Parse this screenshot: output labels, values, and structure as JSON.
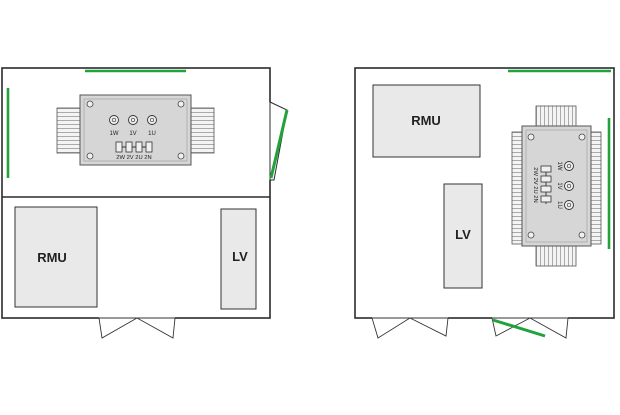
{
  "colors": {
    "wall": "#2b2b2b",
    "green": "#22a23a",
    "equipment_fill": "#e9e9e9",
    "transformer_fill": "#d6d6d6",
    "fin_fill": "#f4f4f4",
    "background": "#ffffff"
  },
  "left_plan": {
    "transformer": {
      "bushings": [
        "1W",
        "1V",
        "1U"
      ],
      "lv_terminals": "2W 2V 2U 2N"
    },
    "rmu_label": "RMU",
    "lv_label": "LV"
  },
  "right_plan": {
    "transformer": {
      "bushings": [
        "1W",
        "1V",
        "1U"
      ],
      "lv_terminals": "2W 2V 2U 2N"
    },
    "rmu_label": "RMU",
    "lv_label": "LV"
  }
}
